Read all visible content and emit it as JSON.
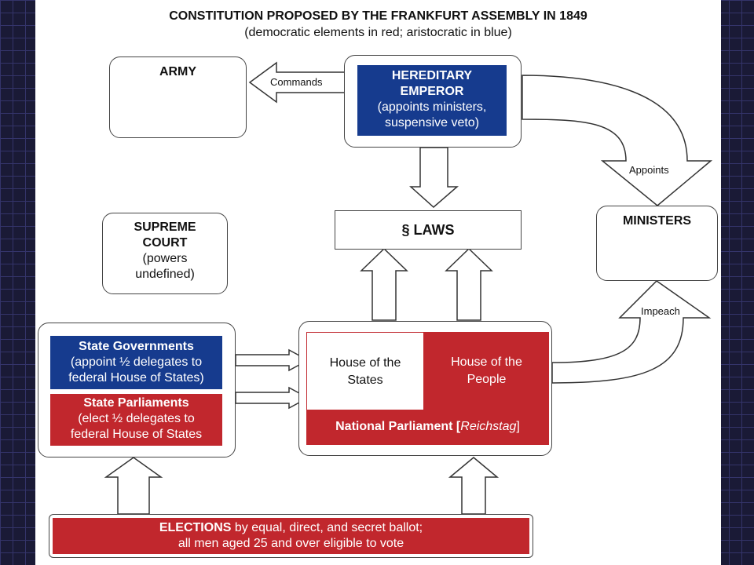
{
  "title": "CONSTITUTION PROPOSED BY THE FRANKFURT ASSEMBLY IN 1849",
  "subtitle": "(democratic elements in red; aristocratic in blue)",
  "army": "ARMY",
  "commands": "Commands",
  "emperor": {
    "line1": "HEREDITARY",
    "line2": "EMPEROR",
    "line3": "(appoints ministers,",
    "line4": "suspensive veto)"
  },
  "appoints": "Appoints",
  "laws": "§ LAWS",
  "ministers": "MINISTERS",
  "supreme_court": {
    "line1": "SUPREME",
    "line2": "COURT",
    "line3": "(powers",
    "line4": "undefined)"
  },
  "impeach": "Impeach",
  "state_governments": {
    "line1": "State Governments",
    "line2": "(appoint ½ delegates to",
    "line3": "federal House of States)"
  },
  "state_parliaments": {
    "line1": "State Parliaments",
    "line2": "(elect ½ delegates to",
    "line3": "federal House of States"
  },
  "house_of_states": {
    "line1": "House of the",
    "line2": "States"
  },
  "house_of_people": {
    "line1": "House of the",
    "line2": "People"
  },
  "national_parliament": {
    "main": "National Parliament [",
    "italic": "Reichstag",
    "end": "]"
  },
  "elections": {
    "bold": "ELECTIONS",
    "rest": " by equal, direct, and secret ballot;",
    "line2": "all men aged 25 and over eligible to vote"
  },
  "colors": {
    "democratic": "#c1272d",
    "aristocratic": "#163b8e"
  }
}
